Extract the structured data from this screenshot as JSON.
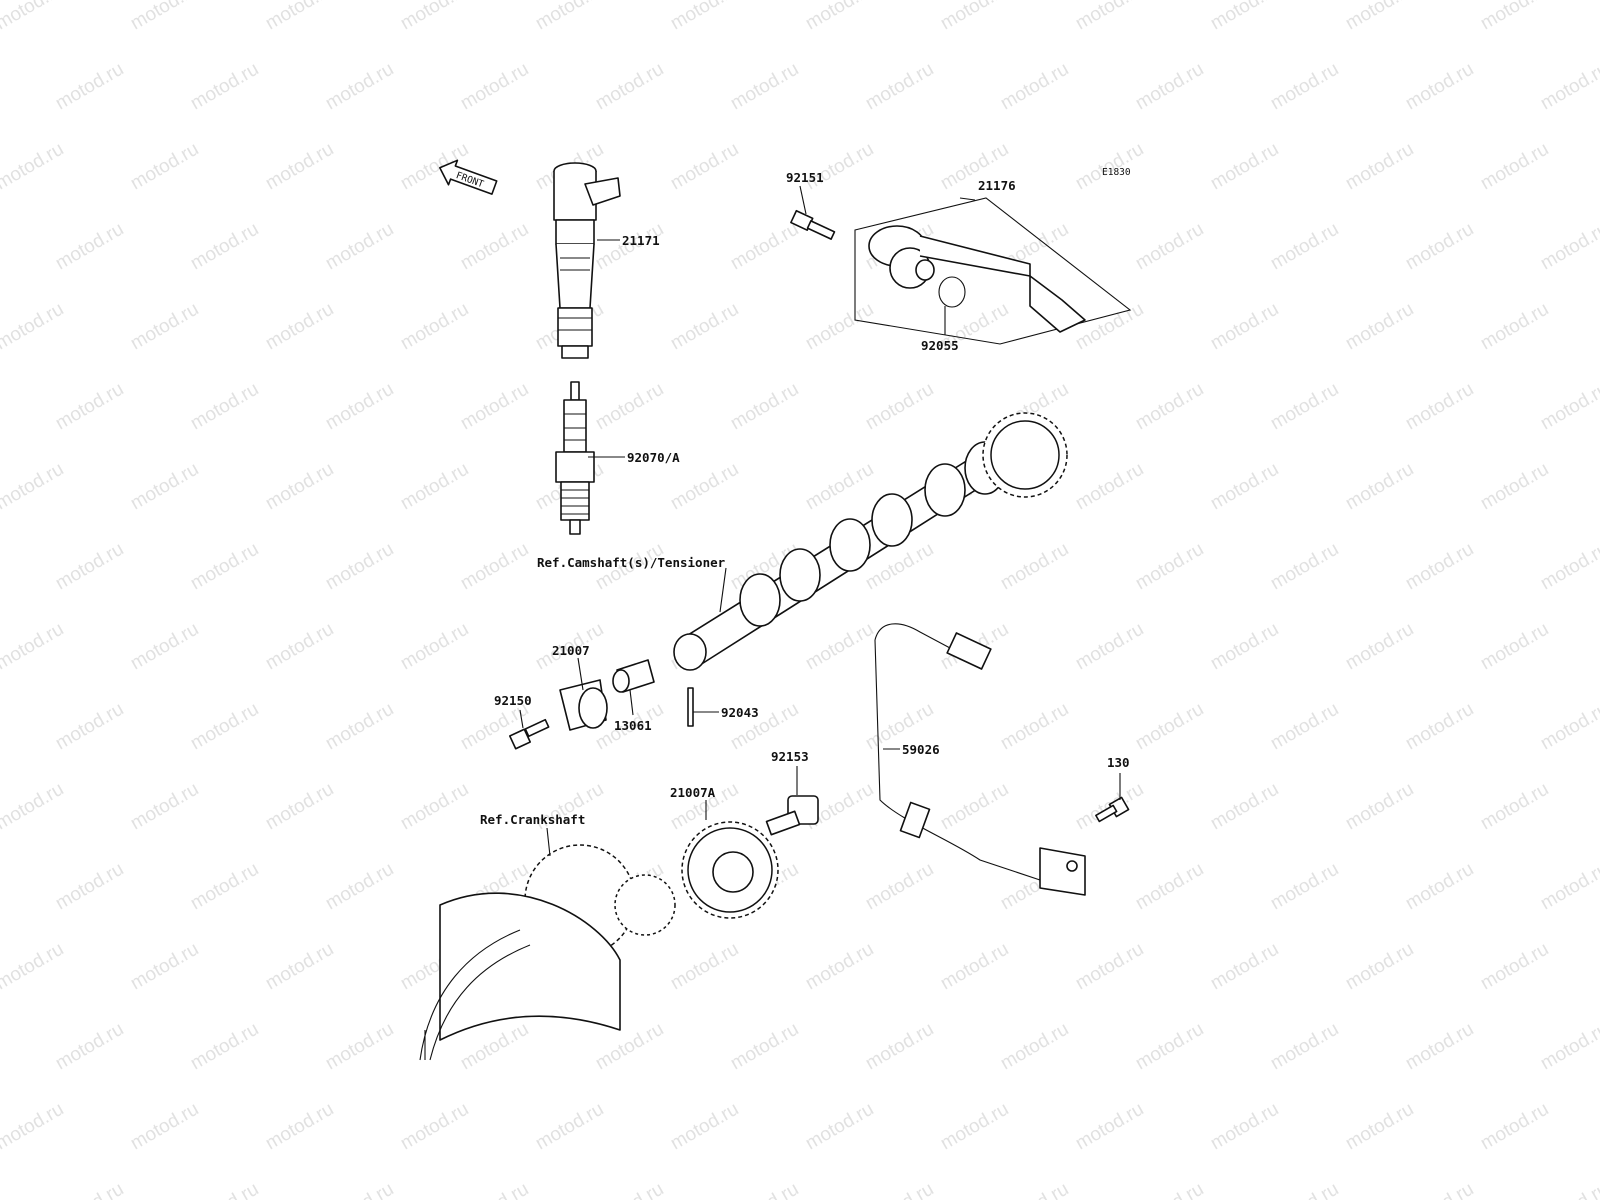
{
  "diagram_code": "E1830",
  "front_arrow": {
    "label": "FRONT",
    "icon": "front-arrow-icon"
  },
  "parts": [
    {
      "key": "p21171",
      "number": "21171"
    },
    {
      "key": "p92070A",
      "number": "92070/A"
    },
    {
      "key": "p92151",
      "number": "92151"
    },
    {
      "key": "p21176",
      "number": "21176"
    },
    {
      "key": "p92055",
      "number": "92055"
    },
    {
      "key": "p21007",
      "number": "21007"
    },
    {
      "key": "p92150",
      "number": "92150"
    },
    {
      "key": "p13061",
      "number": "13061"
    },
    {
      "key": "p92043",
      "number": "92043"
    },
    {
      "key": "p92153",
      "number": "92153"
    },
    {
      "key": "p21007A",
      "number": "21007A"
    },
    {
      "key": "p59026",
      "number": "59026"
    },
    {
      "key": "p130",
      "number": "130"
    }
  ],
  "references": {
    "camshaft": "Ref.Camshaft(s)/Tensioner",
    "crankshaft": "Ref.Crankshaft"
  },
  "watermark": "motod.ru"
}
